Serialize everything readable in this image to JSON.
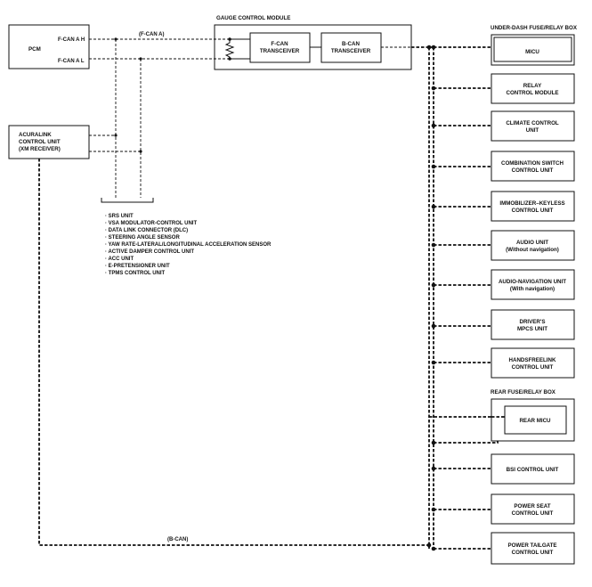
{
  "gauge_module": {
    "title": "GAUGE CONTROL MODULE",
    "fcan_transceiver": [
      "F-CAN",
      "TRANSCEIVER"
    ],
    "bcan_transceiver": [
      "B-CAN",
      "TRANSCEIVER"
    ]
  },
  "pcm": {
    "label": "PCM",
    "pin_h": "F-CAN A H",
    "pin_l": "F-CAN A L"
  },
  "fcan_bus_label": "(F-CAN A)",
  "acuralink": [
    "ACURALINK",
    "CONTROL UNIT",
    "(XM RECEIVER)"
  ],
  "fcan_units": [
    "· SRS UNIT",
    "· VSA MODULATOR-CONTROL UNIT",
    "· DATA LINK CONNECTOR (DLC)",
    "· STEERING ANGLE SENSOR",
    "· YAW RATE-LATERAL/LONGITUDINAL ACCELERATION SENSOR",
    "· ACTIVE DAMPER CONTROL UNIT",
    "· ACC UNIT",
    "· E-PRETENSIONER UNIT",
    "· TPMS CONTROL UNIT"
  ],
  "under_dash": {
    "title": "UNDER-DASH FUSE/RELAY BOX",
    "micu": "MICU"
  },
  "right_units": [
    [
      "RELAY",
      "CONTROL MODULE"
    ],
    [
      "CLIMATE CONTROL",
      "UNIT"
    ],
    [
      "COMBINATION SWITCH",
      "CONTROL UNIT"
    ],
    [
      "IMMOBILIZER–KEYLESS",
      "CONTROL UNIT"
    ],
    [
      "AUDIO UNIT",
      "(Without navigation)"
    ],
    [
      "AUDIO-NAVIGATION UNIT",
      "(With navigation)"
    ],
    [
      "DRIVER'S",
      "MPCS UNIT"
    ],
    [
      "HANDSFREELINK",
      "CONTROL UNIT"
    ]
  ],
  "rear_box": {
    "title": "REAR FUSE/RELAY BOX",
    "micu": "REAR MICU"
  },
  "lower_units": [
    [
      "BSI CONTROL UNIT"
    ],
    [
      "POWER SEAT",
      "CONTROL UNIT"
    ],
    [
      "POWER TAILGATE",
      "CONTROL UNIT"
    ]
  ],
  "bcan_bus_label": "(B-CAN)"
}
